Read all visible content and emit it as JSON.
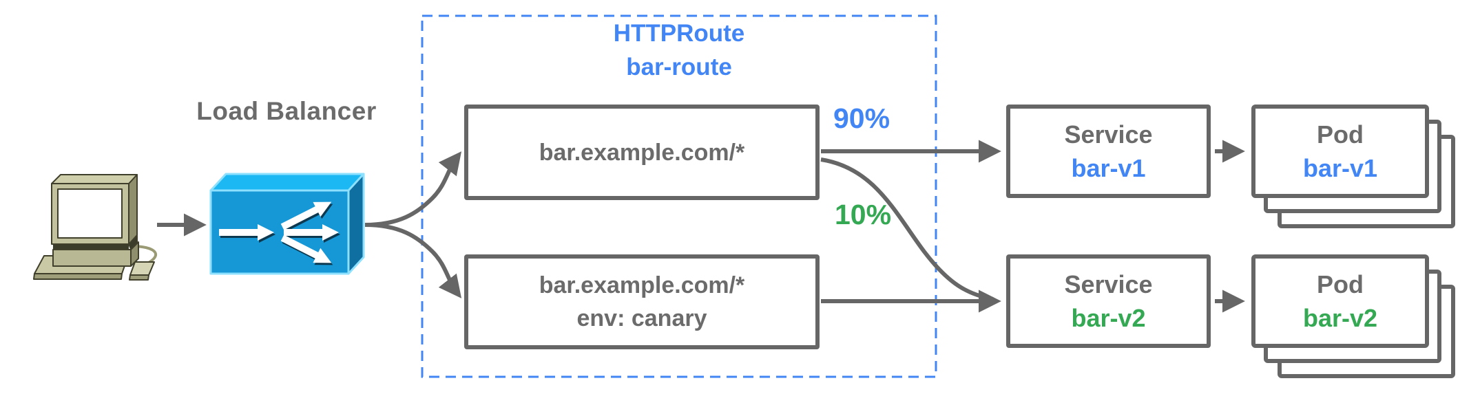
{
  "client": {
    "icon": "desktop-computer-icon"
  },
  "load_balancer": {
    "label": "Load Balancer",
    "icon": "load-balancer-icon"
  },
  "httproute": {
    "kind": "HTTPRoute",
    "name": "bar-route"
  },
  "routes": {
    "primary": {
      "host": "bar.example.com/*"
    },
    "canary": {
      "host": "bar.example.com/*",
      "match": "env: canary"
    }
  },
  "traffic_split": {
    "primary": "90%",
    "canary": "10%"
  },
  "services": {
    "v1": {
      "kind": "Service",
      "name": "bar-v1"
    },
    "v2": {
      "kind": "Service",
      "name": "bar-v2"
    }
  },
  "pods": {
    "v1": {
      "kind": "Pod",
      "name": "bar-v1"
    },
    "v2": {
      "kind": "Pod",
      "name": "bar-v2"
    }
  },
  "colors": {
    "accent_blue": "#4285F4",
    "accent_green": "#34A853",
    "text_gray": "#6B6B6B",
    "border_gray": "#666666",
    "arrow_gray": "#666666",
    "dashed_border_blue": "#4285F4",
    "lb_front": "#1697D6",
    "lb_top": "#1CB8F4",
    "lb_side": "#0F6FA0",
    "computer_body": "#C2C29E"
  }
}
